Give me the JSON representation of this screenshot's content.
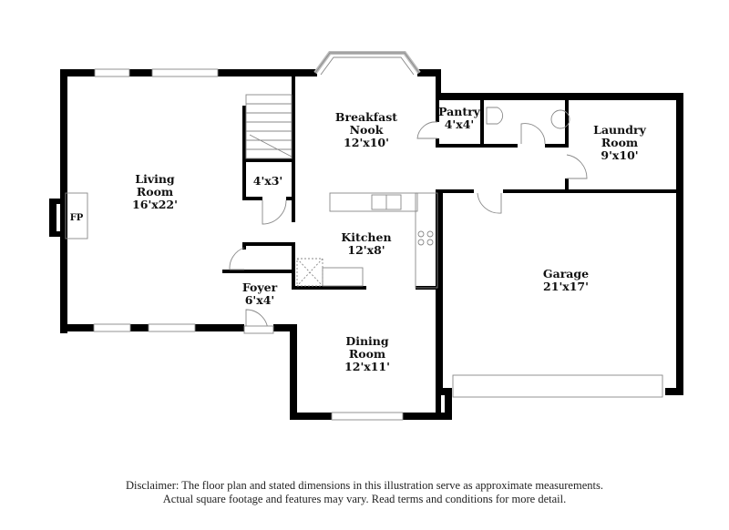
{
  "floor_plan": {
    "rooms": [
      {
        "id": "living",
        "name_line1": "Living",
        "name_line2": "Room",
        "dimensions": "16'x22'"
      },
      {
        "id": "breakfast",
        "name_line1": "Breakfast",
        "name_line2": "Nook",
        "dimensions": "12'x10'"
      },
      {
        "id": "pantry",
        "name_line1": "Pantry",
        "dimensions": "4'x4'"
      },
      {
        "id": "laundry",
        "name_line1": "Laundry",
        "name_line2": "Room",
        "dimensions": "9'x10'"
      },
      {
        "id": "closet",
        "dimensions": "4'x3'"
      },
      {
        "id": "kitchen",
        "name_line1": "Kitchen",
        "dimensions": "12'x8'"
      },
      {
        "id": "foyer",
        "name_line1": "Foyer",
        "dimensions": "6'x4'"
      },
      {
        "id": "dining",
        "name_line1": "Dining",
        "name_line2": "Room",
        "dimensions": "12'x11'"
      },
      {
        "id": "garage",
        "name_line1": "Garage",
        "dimensions": "21'x17'"
      }
    ],
    "fireplace_label": "FP"
  },
  "disclaimer": {
    "line1": "Disclaimer: The floor plan and stated dimensions in this illustration serve as approximate measurements.",
    "line2": "Actual square footage and features may vary. Read terms and conditions for more detail."
  }
}
